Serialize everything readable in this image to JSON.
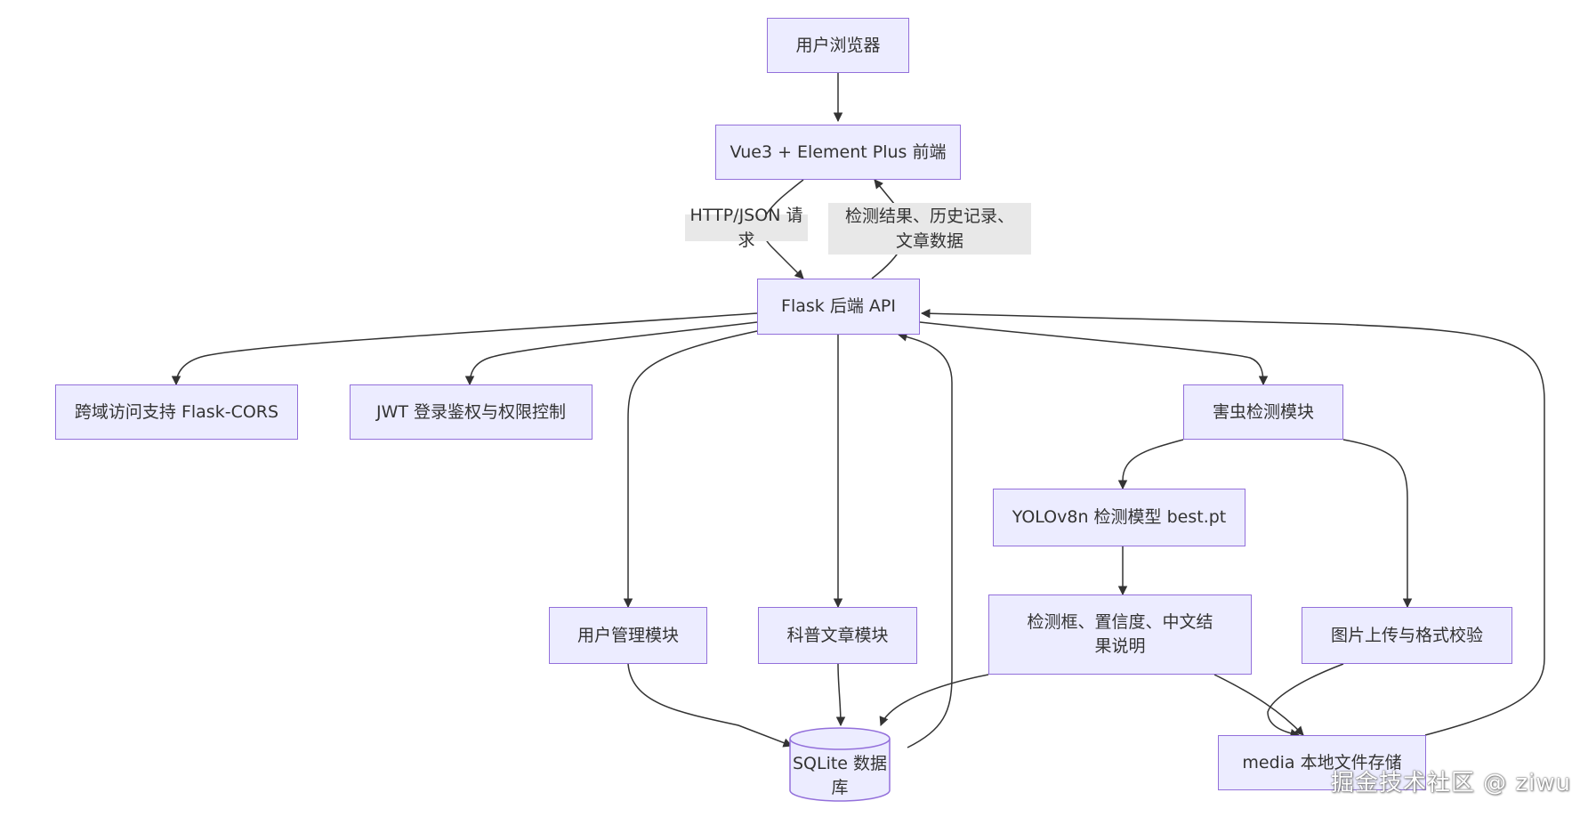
{
  "nodes": {
    "browser": "用户浏览器",
    "frontend": "Vue3 + Element Plus 前端",
    "backend": "Flask 后端 API",
    "cors": "跨域访问支持 Flask-CORS",
    "jwt": "JWT 登录鉴权与权限控制",
    "user_mgmt": "用户管理模块",
    "article": "科普文章模块",
    "pest": "害虫检测模块",
    "yolo": "YOLOv8n 检测模型 best.pt",
    "result": "检测框、置信度、中文结果说明",
    "upload": "图片上传与格式校验",
    "db": "SQLite 数据库",
    "media": "media 本地文件存储"
  },
  "edge_labels": {
    "request": "HTTP/JSON 请求",
    "response": "检测结果、历史记录、文章数据"
  },
  "colors": {
    "node_fill": "#ECECFF",
    "node_border": "#9370DB",
    "edge": "#333333",
    "label_bg": "#e8e8e8"
  },
  "watermark": "掘金技术社区 @ ziwu"
}
